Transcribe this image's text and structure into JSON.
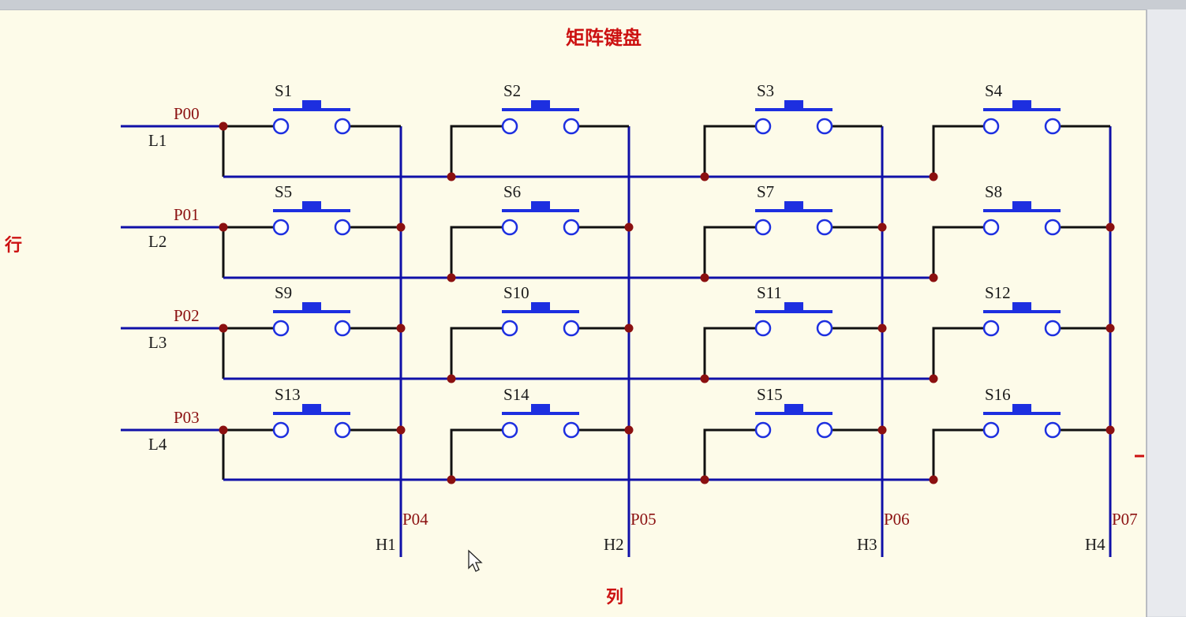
{
  "diagram": {
    "title": "矩阵键盘",
    "row_caption": "行",
    "col_caption": "列",
    "rows": [
      {
        "port": "P00",
        "line": "L1"
      },
      {
        "port": "P01",
        "line": "L2"
      },
      {
        "port": "P02",
        "line": "L3"
      },
      {
        "port": "P03",
        "line": "L4"
      }
    ],
    "cols": [
      {
        "port": "P04",
        "line": "H1"
      },
      {
        "port": "P05",
        "line": "H2"
      },
      {
        "port": "P06",
        "line": "H3"
      },
      {
        "port": "P07",
        "line": "H4"
      }
    ],
    "switches": [
      "S1",
      "S2",
      "S3",
      "S4",
      "S5",
      "S6",
      "S7",
      "S8",
      "S9",
      "S10",
      "S11",
      "S12",
      "S13",
      "S14",
      "S15",
      "S16"
    ],
    "colors": {
      "wire_blue": "#1010a8",
      "wire_black": "#111111",
      "switch": "#1d2fe0",
      "junction": "#8b1010",
      "text_red": "#cc1111",
      "sheet": "#fdfbe9"
    }
  }
}
